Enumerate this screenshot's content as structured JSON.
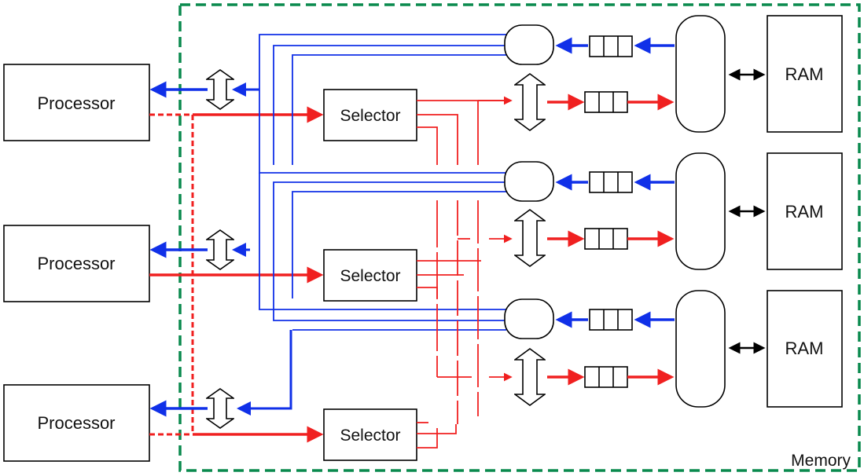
{
  "colors": {
    "memory_border": "#0a8a4e",
    "read_path": "#1030e8",
    "write_path": "#f02020",
    "box_stroke": "#000000"
  },
  "memory": {
    "label": "Memory"
  },
  "processors": [
    {
      "label": "Processor"
    },
    {
      "label": "Processor"
    },
    {
      "label": "Processor"
    }
  ],
  "selectors": [
    {
      "label": "Selector"
    },
    {
      "label": "Selector"
    },
    {
      "label": "Selector"
    }
  ],
  "rams": [
    {
      "label": "RAM"
    },
    {
      "label": "RAM"
    },
    {
      "label": "RAM"
    }
  ]
}
